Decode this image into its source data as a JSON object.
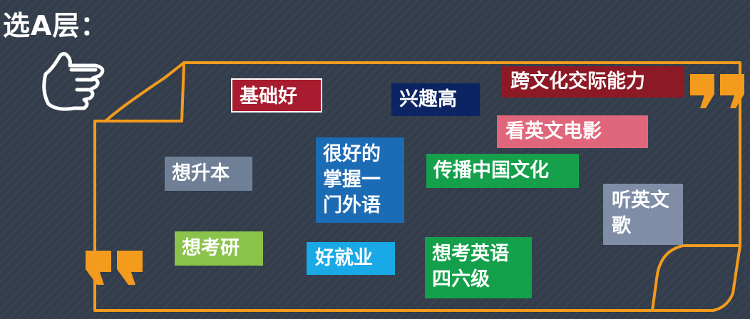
{
  "title": "选A层：",
  "tags": [
    {
      "id": "jichuhao",
      "label": "基础好",
      "color": "#a91b2e"
    },
    {
      "id": "xingqugao",
      "label": "兴趣高",
      "color": "#0c2463"
    },
    {
      "id": "kuawenhua",
      "label": "跨文化交际能力",
      "color": "#8c1a26"
    },
    {
      "id": "kanyingwen",
      "label": "看英文电影",
      "color": "#e0677b"
    },
    {
      "id": "xiangshengben",
      "label": "想升本",
      "color": "#6f8096"
    },
    {
      "id": "henhaode",
      "label": "很好的掌握一门外语",
      "color": "#1c6bb5"
    },
    {
      "id": "chuanbo",
      "label": "传播中国文化",
      "color": "#16a04c"
    },
    {
      "id": "tingyingwen",
      "label": "听英文歌",
      "color": "#7f8ea6"
    },
    {
      "id": "xiangkaoyan",
      "label": "想考研",
      "color": "#8bc34a"
    },
    {
      "id": "haojiuye",
      "label": "好就业",
      "color": "#19a9e6"
    },
    {
      "id": "xiangkao",
      "label": "想考英语四六级",
      "color": "#14a04a"
    }
  ],
  "frame_color": "#f29b1d",
  "icons": [
    "pointing-hand-icon",
    "quote-open-icon",
    "quote-close-icon"
  ]
}
